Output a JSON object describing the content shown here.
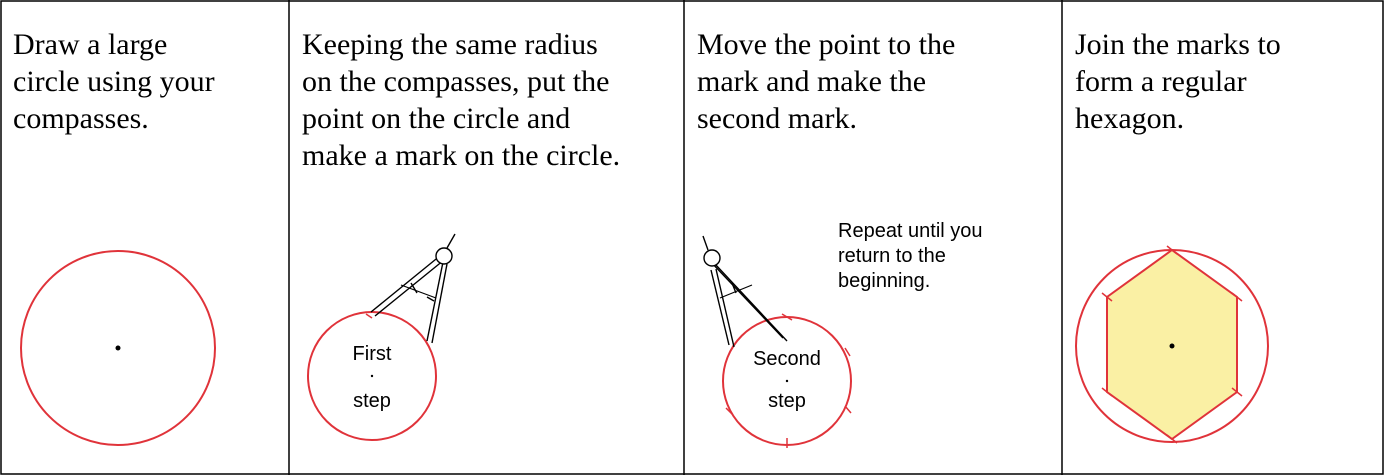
{
  "steps": [
    {
      "instruction": "Draw a large\ncircle using your\ncompasses."
    },
    {
      "instruction": "Keeping the same radius\non the compasses, put the\npoint on the circle and\nmake a mark on the circle.",
      "circle_label_top": "First",
      "circle_label_bottom": "step"
    },
    {
      "instruction": "Move the point to the\nmark and make the\nsecond mark.",
      "circle_label_top": "Second",
      "circle_label_bottom": "step",
      "note_line1": "Repeat until you",
      "note_line2": "return to the",
      "note_line3": "beginning."
    },
    {
      "instruction": "Join the marks to\nform a regular\nhexagon."
    }
  ],
  "colors": {
    "circle": "#e0333a",
    "hexagon_fill": "#faf0a4",
    "line": "#000000",
    "compass": "#000000"
  }
}
